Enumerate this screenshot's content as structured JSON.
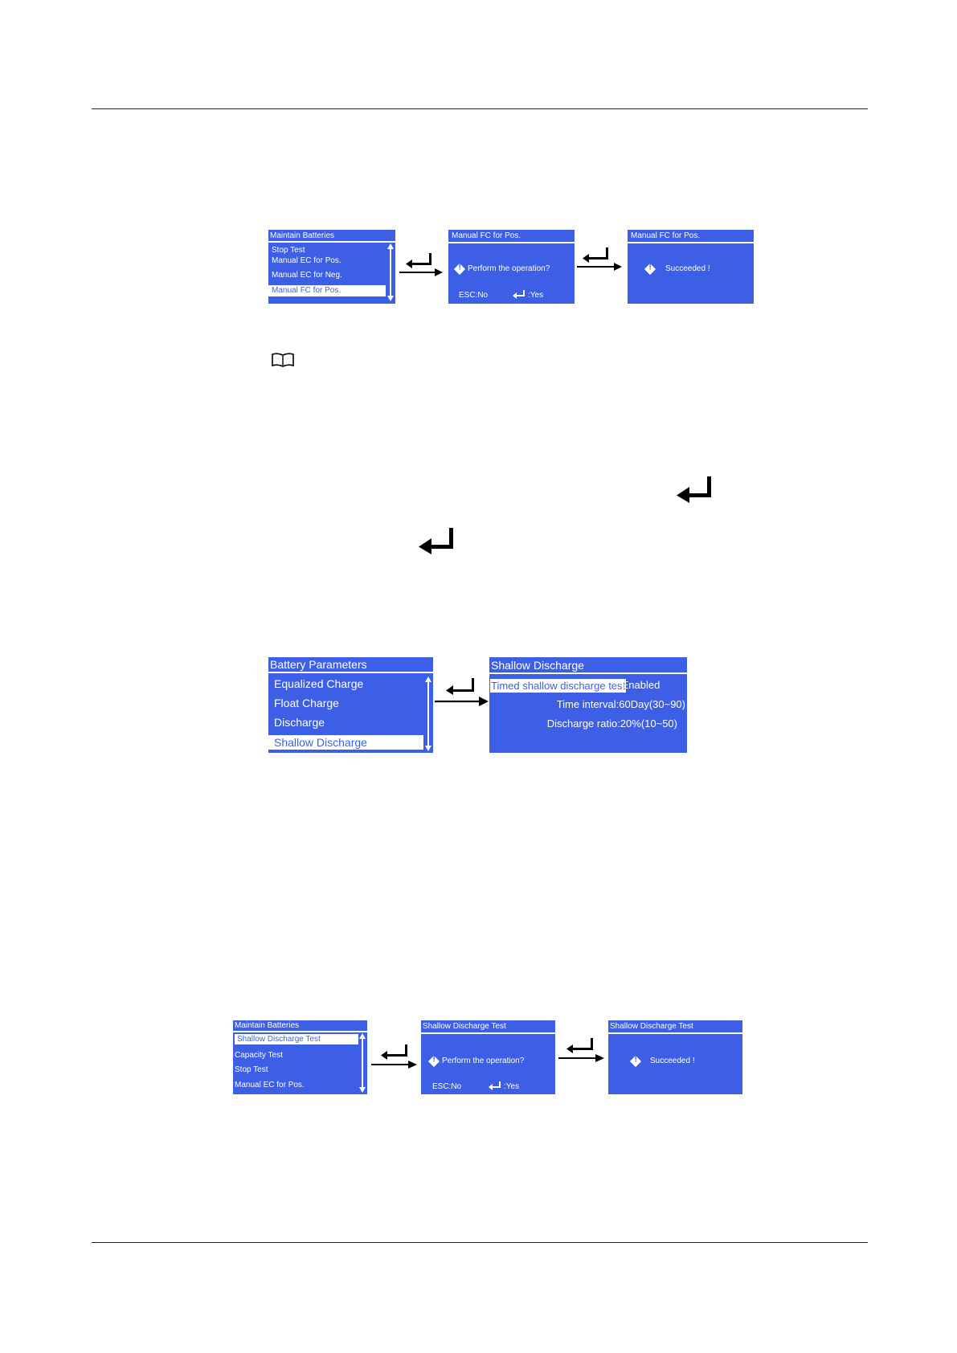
{
  "figure1": {
    "menu": {
      "title": "Maintain Batteries",
      "items": [
        "Stop Test",
        "Manual EC for Pos.",
        "Manual EC for Neg.",
        "Manual FC for Pos."
      ]
    },
    "confirm": {
      "title": "Manual FC for Pos.",
      "message": "Perform the operation?",
      "esc": "ESC:No",
      "yes": ":Yes"
    },
    "result": {
      "title": "Manual FC for Pos.",
      "message": "Succeeded !"
    }
  },
  "figure2": {
    "menu": {
      "title": "Battery Parameters",
      "items": [
        "Equalized Charge",
        "Float Charge",
        "Discharge",
        "Shallow Discharge"
      ]
    },
    "detail": {
      "title": "Shallow Discharge",
      "row1_label": "Timed shallow discharge test",
      "row1_value": ":Enabled",
      "row2": "Time interval:60Day(30~90)",
      "row3": "Discharge ratio:20%(10~50)"
    }
  },
  "figure3": {
    "menu": {
      "title": "Maintain Batteries",
      "items": [
        "Shallow Discharge Test",
        "Capacity Test",
        "Stop Test",
        "Manual EC for Pos."
      ]
    },
    "confirm": {
      "title": "Shallow Discharge Test",
      "message": "Perform the operation?",
      "esc": "ESC:No",
      "yes": ":Yes"
    },
    "result": {
      "title": "Shallow Discharge Test",
      "message": "Succeeded !"
    }
  },
  "colors": {
    "screen_bg": "#3d5fe6",
    "text": "#ffffff",
    "rule": "#222222"
  },
  "icons": [
    "book-icon",
    "enter-key-icon",
    "warning-icon",
    "right-arrow-icon"
  ]
}
